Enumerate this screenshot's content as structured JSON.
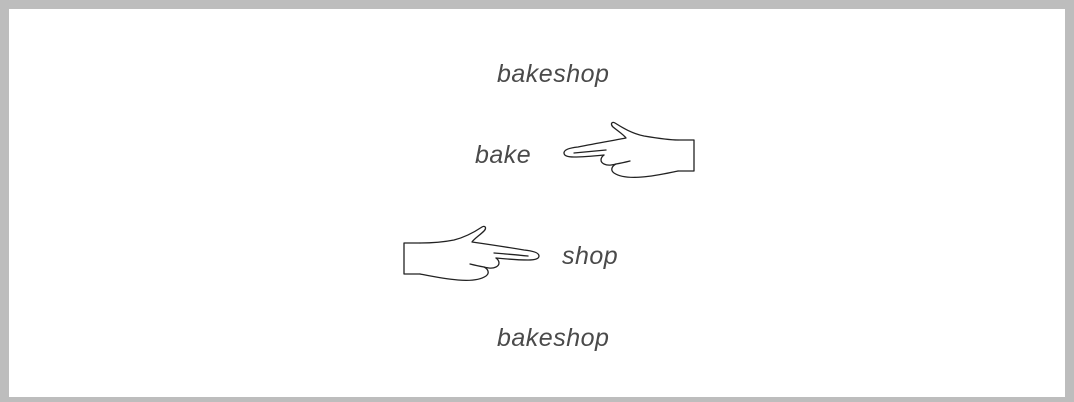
{
  "words": {
    "top": "bakeshop",
    "left_part": "bake",
    "right_part": "shop",
    "bottom": "bakeshop"
  },
  "icons": {
    "hand_1": "pointing-hand-left-icon",
    "hand_2": "pointing-hand-right-icon"
  },
  "colors": {
    "frame": "#bdbdbd",
    "text": "#4a4a4a",
    "line": "#222222"
  }
}
